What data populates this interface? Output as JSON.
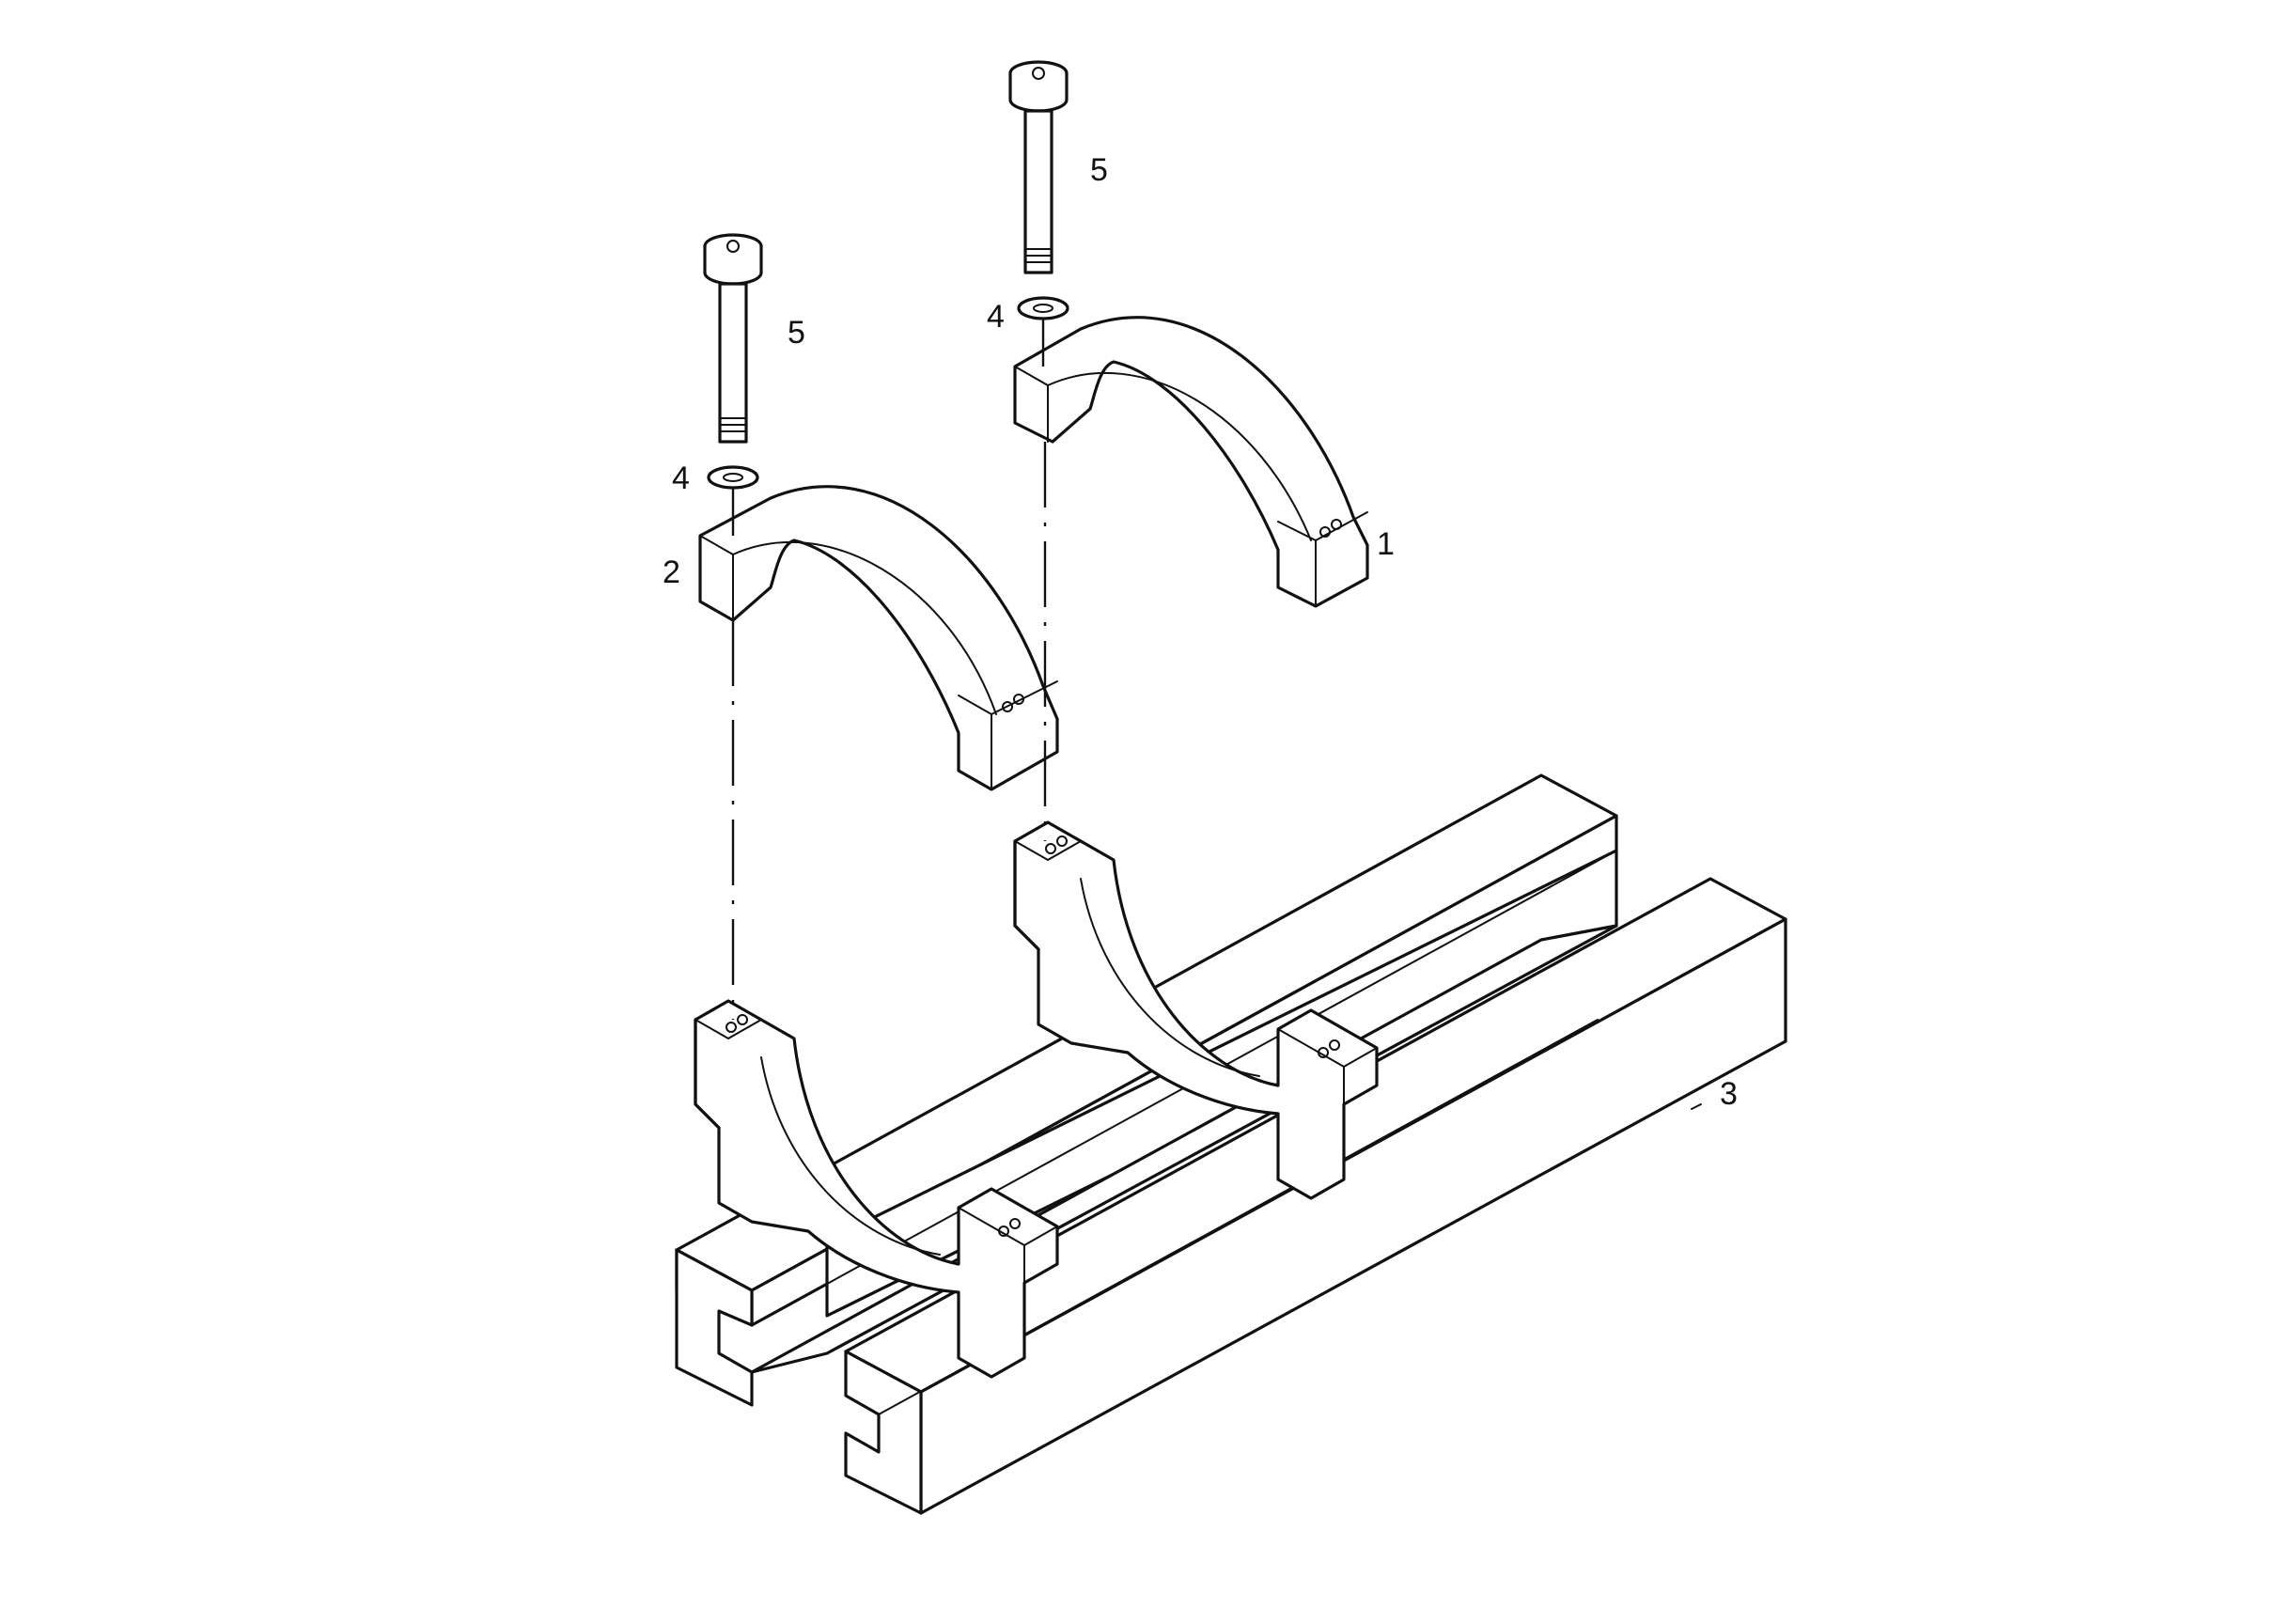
{
  "diagram": {
    "callouts": [
      {
        "id": "1",
        "text": "1"
      },
      {
        "id": "2",
        "text": "2"
      },
      {
        "id": "3",
        "text": "3"
      },
      {
        "id": "4a",
        "text": "4"
      },
      {
        "id": "4b",
        "text": "4"
      },
      {
        "id": "5a",
        "text": "5"
      },
      {
        "id": "5b",
        "text": "5"
      }
    ]
  }
}
